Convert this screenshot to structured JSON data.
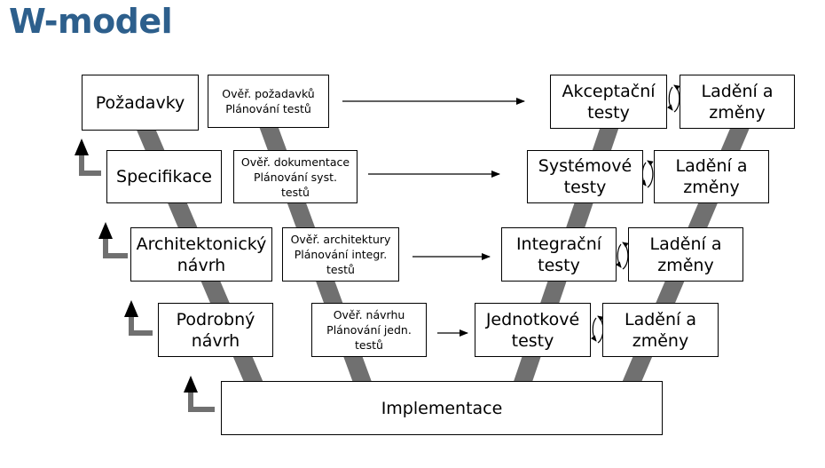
{
  "title": "W-model",
  "colors": {
    "title": "#2d5f8c",
    "band": "#707070",
    "up_arrow": "#707070"
  },
  "left_boxes": [
    {
      "label": "Požadavky"
    },
    {
      "label": "Specifikace"
    },
    {
      "label": "Architektonický\nnávrh"
    },
    {
      "label": "Podrobný\nnávrh"
    }
  ],
  "verification_boxes": [
    {
      "label": "Ověř. požadavků\nPlánování testů"
    },
    {
      "label": "Ověř. dokumentace\nPlánování syst.\ntestů"
    },
    {
      "label": "Ověř. architektury\nPlánování integr.\ntestů"
    },
    {
      "label": "Ověř. návrhu\nPlánování jedn.\ntestů"
    }
  ],
  "test_boxes": [
    {
      "label": "Akceptační\ntesty"
    },
    {
      "label": "Systémové\ntesty"
    },
    {
      "label": "Integrační\ntesty"
    },
    {
      "label": "Jednotkové\ntesty"
    }
  ],
  "fix_boxes": [
    {
      "label": "Ladění a\nzměny"
    },
    {
      "label": "Ladění a\nzměny"
    },
    {
      "label": "Ladění a\nzměny"
    },
    {
      "label": "Ladění a\nzměny"
    }
  ],
  "implementation": {
    "label": "Implementace"
  },
  "icons": {
    "back_arrow": "up-turn-arrow-icon",
    "cycle": "cycle-arrows-icon",
    "flow": "right-arrow-icon"
  }
}
